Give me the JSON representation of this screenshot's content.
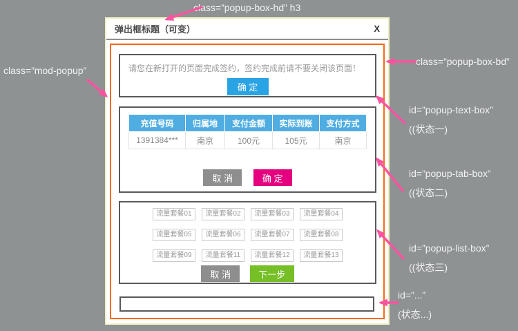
{
  "annotations": {
    "hd": {
      "label": "class=”popup-box-hd”  h3"
    },
    "mod": {
      "label": "class=”mod-popup”"
    },
    "bd": {
      "label": "class=”popup-box-bd”"
    },
    "text": {
      "label": "id=”popup-text-box”",
      "state": "((状态一)"
    },
    "tab": {
      "label": "id=”popup-tab-box”",
      "state": "((状态二)"
    },
    "list": {
      "label": "id=”popup-list-box”",
      "state": "((状态三)"
    },
    "etc": {
      "label": "id=”...”",
      "state": "(状态...)"
    }
  },
  "popup": {
    "title": "弹出框标题（可变）",
    "close_label": "X",
    "text_box": {
      "message": "请您在新打开的页面完成签约，签约完成前请不要关闭该页面！",
      "confirm_label": "确 定"
    },
    "tab_box": {
      "table": {
        "headers": [
          "充值号码",
          "归属地",
          "支付金额",
          "实际到账",
          "支付方式"
        ],
        "row": [
          "1391384***",
          "南京",
          "100元",
          "105元",
          "南京"
        ]
      },
      "cancel_label": "取 消",
      "confirm_label": "确 定"
    },
    "list_box": {
      "items": [
        "流量套餐01",
        "流量套餐02",
        "流量套餐03",
        "流量套餐04",
        "流量套餐05",
        "流量套餐06",
        "流量套餐07",
        "流量套餐08",
        "流量套餐09",
        "流量套餐11",
        "流量套餐12",
        "流量套餐13"
      ],
      "cancel_label": "取 消",
      "next_label": "下一步"
    }
  },
  "colors": {
    "background": "#8e9293",
    "popup_border": "#eef0c2",
    "body_border_orange": "#f7690f",
    "inner_box_border": "#595959",
    "table_header_blue": "#4fade2",
    "button_blue": "#2aa3e4",
    "button_pink": "#e4007e",
    "button_gray": "#8e8e8e",
    "button_green": "#77bf27",
    "annotation_arrow_pink": "#f9549f",
    "annotation_text": "#f2f2f2"
  }
}
